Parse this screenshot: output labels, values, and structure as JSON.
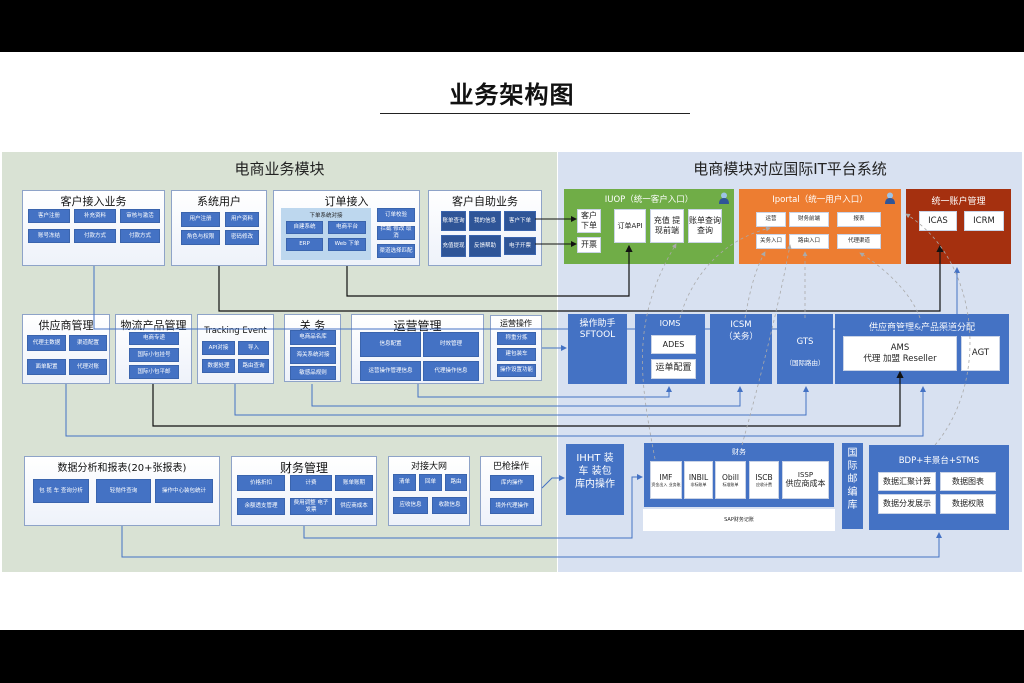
{
  "page": {
    "title": "业务架构图"
  },
  "left_panel": {
    "title": "电商业务模块",
    "customer_access": {
      "title": "客户接入业务",
      "items": [
        "客户注册",
        "补充资料",
        "审核与激活",
        "账号冻结",
        "付款方式",
        "付款方式"
      ]
    },
    "system_user": {
      "title": "系统用户",
      "items": [
        "用户注册",
        "用户资料",
        "角色与权限",
        "密码修改"
      ]
    },
    "order_access": {
      "title": "订单接入",
      "sub_title": "下单系统对接",
      "sub_items": [
        "自建系统",
        "电商平台",
        "ERP",
        "Web 下单"
      ],
      "items": [
        "订单校验",
        "拦截 修改 取消",
        "渠道选择匹配"
      ]
    },
    "self_service": {
      "title": "客户自助业务",
      "items": [
        "账单查询",
        "我的信息",
        "客户下单",
        "充值提现",
        "反馈帮助",
        "电子开票"
      ]
    },
    "supplier": {
      "title": "供应商管理",
      "items": [
        "代理主数据",
        "渠道配置",
        "面单配置",
        "代理对账"
      ]
    },
    "logistics_product": {
      "title": "物流产品管理",
      "items": [
        "电商专递",
        "国际小包挂号",
        "国际小包平邮"
      ]
    },
    "tracking": {
      "title": "Tracking Event",
      "items": [
        "API对接",
        "导入",
        "数据处理",
        "路由查询"
      ]
    },
    "customs": {
      "title": "关 务",
      "items": [
        "电商品名库",
        "海关系统对接",
        "敏感品规则"
      ]
    },
    "operations": {
      "title": "运营管理",
      "items": [
        "信息配置",
        "时效管理",
        "运营操作管理信息",
        "代理操作信息"
      ]
    },
    "ops_action": {
      "title": "运营操作",
      "items": [
        "称重分拣",
        "建包装车",
        "操作设置功能"
      ]
    },
    "analytics": {
      "title": "数据分析和报表(20+张报表)",
      "items": [
        "包 揽 车 查询分析",
        "轻抛件查询",
        "操作中心装包统计"
      ]
    },
    "finance_mgmt": {
      "title": "财务管理",
      "items": [
        "价格折扣",
        "计费",
        "账单账期",
        "余额透支管理",
        "费用调整 电子发票",
        "供应商成本"
      ]
    },
    "network": {
      "title": "对接大网",
      "items": [
        "清单",
        "回单",
        "路由",
        "应收信息",
        "收款信息"
      ]
    },
    "bagging": {
      "title": "巴枪操作",
      "items": [
        "库内操作",
        "境外代理操作"
      ]
    }
  },
  "right_panel": {
    "title": "电商模块对应国际IT平台系统",
    "iuop": {
      "title": "IUOP（统一客户入口）",
      "items": [
        "客户下单",
        "开票",
        "订单API",
        "充值 提现前端",
        "账单查询查询"
      ],
      "color": "#70ad47"
    },
    "iportal": {
      "title": "Iportal（统一用户入口）",
      "items": [
        "运营",
        "财务前端",
        "报表",
        "关务入口",
        "路由入口",
        "代理渠道"
      ],
      "color": "#ed7d31"
    },
    "account": {
      "title": "统一账户管理",
      "items": [
        "ICAS",
        "ICRM"
      ],
      "color": "#a5300f"
    },
    "sftool": {
      "title": "操作助手 SFTOOL"
    },
    "ioms": {
      "title": "IOMS",
      "items": [
        "ADES",
        "运单配置"
      ]
    },
    "icsm": {
      "title": "ICSM",
      "subtitle": "（关务）"
    },
    "gts": {
      "title": "GTS",
      "subtitle": "（国际路由）"
    },
    "supplier_dist": {
      "title": "供应商管理&产品渠道分配",
      "ams": "AMS",
      "ams_sub": "代理 加盟 Reseller",
      "agt": "AGT"
    },
    "ihht": {
      "title": "IHHT 装车 装包 库内操作"
    },
    "finance": {
      "title": "财务",
      "items": [
        {
          "name": "IMF",
          "sub": "资金出入 业务账"
        },
        {
          "name": "INBIL",
          "sub": "非标账单"
        },
        {
          "name": "Obill",
          "sub": "标准账单"
        },
        {
          "name": "ISCB",
          "sub": "应收计费"
        },
        {
          "name": "ISSP",
          "sub": "供应商成本"
        }
      ],
      "sap": "SAP财务记账"
    },
    "postal": {
      "title": "国际邮编库"
    },
    "bdp": {
      "title": "BDP+丰景台+STMS",
      "items": [
        "数据汇聚计算",
        "数据图表",
        "数据分发展示",
        "数据权限"
      ]
    }
  },
  "colors": {
    "blue": "#4472c4",
    "green_bg": "#d9e2d4",
    "blue_bg": "#d8e1f1"
  }
}
